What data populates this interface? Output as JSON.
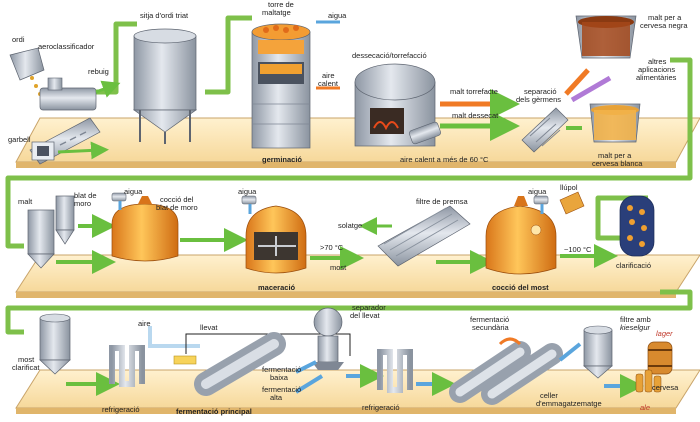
{
  "row1": {
    "ordi": "ordi",
    "aeroclassificador": "aeroclassificador",
    "rebuig": "rebuig",
    "garbell": "garbell",
    "sitja": "sitja d'ordi triat",
    "torre1": "torre de",
    "torre2": "maltatge",
    "aigua": "aigua",
    "aire1": "aire",
    "aire2": "calent",
    "germinacio": "germinació",
    "dessecacio": "dessecació/torrefacció",
    "aire_calent": "aire calent a més de 60 °C",
    "malt_torrefacte": "malt torrefacte",
    "malt_dessecat": "malt dessecat",
    "separacio1": "separació",
    "separacio2": "dels gèrmens",
    "negra1": "malt per a",
    "negra2": "cervesa negra",
    "altres1": "altres",
    "altres2": "aplicacions",
    "altres3": "alimentàries",
    "blanca1": "malt per a",
    "blanca2": "cervesa blanca"
  },
  "row2": {
    "malt": "malt",
    "blat1": "blat de",
    "blat2": "moro",
    "aigua1": "aigua",
    "coccio_blat1": "cocció del",
    "coccio_blat2": "blat de moro",
    "aigua2": "aigua",
    "maceracio": "maceració",
    "temp70": ">70 °C",
    "most": "most",
    "filtre_premsa": "filtre de premsa",
    "solatge": "solatge",
    "aigua3": "aigua",
    "llupol": "llúpol",
    "coccio_most": "cocció del most",
    "temp100": "~100 °C",
    "clarificacio": "clarificació"
  },
  "row3": {
    "most1": "most",
    "most2": "clarificat",
    "aire": "aire",
    "llevat": "llevat",
    "separador1": "separador",
    "separador2": "del llevat",
    "refrigeracio1": "refrigeració",
    "fermentacio_principal": "fermentació principal",
    "ferm_baixa1": "fermentació",
    "ferm_baixa2": "baixa",
    "ferm_alta1": "fermentació",
    "ferm_alta2": "alta",
    "refrigeracio2": "refrigeració",
    "ferm_sec1": "fermentació",
    "ferm_sec2": "secundària",
    "celler1": "celler",
    "celler2": "d'emmagatzematge",
    "filtre1": "filtre amb",
    "filtre2": "kieselgur",
    "lager": "lager",
    "cervesa": "cervesa",
    "ale": "ale"
  },
  "colors": {
    "belt": "#fbe7b8",
    "belt_edge": "#c9a46a",
    "pipe_green": "#7ec04a",
    "arrow_green": "#6abf3f",
    "arrow_blue": "#5aa5dd",
    "arrow_orange": "#f07a25",
    "steel": "#b4bcc8",
    "copper": "#f0a030"
  }
}
